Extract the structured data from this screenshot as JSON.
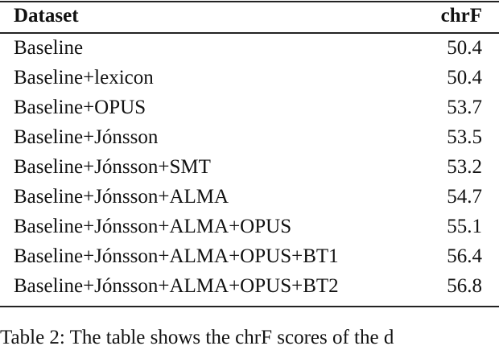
{
  "table": {
    "columns": [
      "Dataset",
      "chrF"
    ],
    "rows": [
      {
        "dataset": "Baseline",
        "chrf": "50.4"
      },
      {
        "dataset": "Baseline+lexicon",
        "chrf": "50.4"
      },
      {
        "dataset": "Baseline+OPUS",
        "chrf": "53.7"
      },
      {
        "dataset": "Baseline+Jónsson",
        "chrf": "53.5"
      },
      {
        "dataset": "Baseline+Jónsson+SMT",
        "chrf": "53.2"
      },
      {
        "dataset": "Baseline+Jónsson+ALMA",
        "chrf": "54.7"
      },
      {
        "dataset": "Baseline+Jónsson+ALMA+OPUS",
        "chrf": "55.1"
      },
      {
        "dataset": "Baseline+Jónsson+ALMA+OPUS+BT1",
        "chrf": "56.4"
      },
      {
        "dataset": "Baseline+Jónsson+ALMA+OPUS+BT2",
        "chrf": "56.8"
      }
    ]
  },
  "caption": {
    "text": "Table 2: The table shows the chrF scores of the d"
  },
  "chart_data": {
    "type": "table",
    "title": "",
    "columns": [
      "Dataset",
      "chrF"
    ],
    "categories": [
      "Baseline",
      "Baseline+lexicon",
      "Baseline+OPUS",
      "Baseline+Jónsson",
      "Baseline+Jónsson+SMT",
      "Baseline+Jónsson+ALMA",
      "Baseline+Jónsson+ALMA+OPUS",
      "Baseline+Jónsson+ALMA+OPUS+BT1",
      "Baseline+Jónsson+ALMA+OPUS+BT2"
    ],
    "values": [
      50.4,
      50.4,
      53.7,
      53.5,
      53.2,
      54.7,
      55.1,
      56.4,
      56.8
    ]
  }
}
